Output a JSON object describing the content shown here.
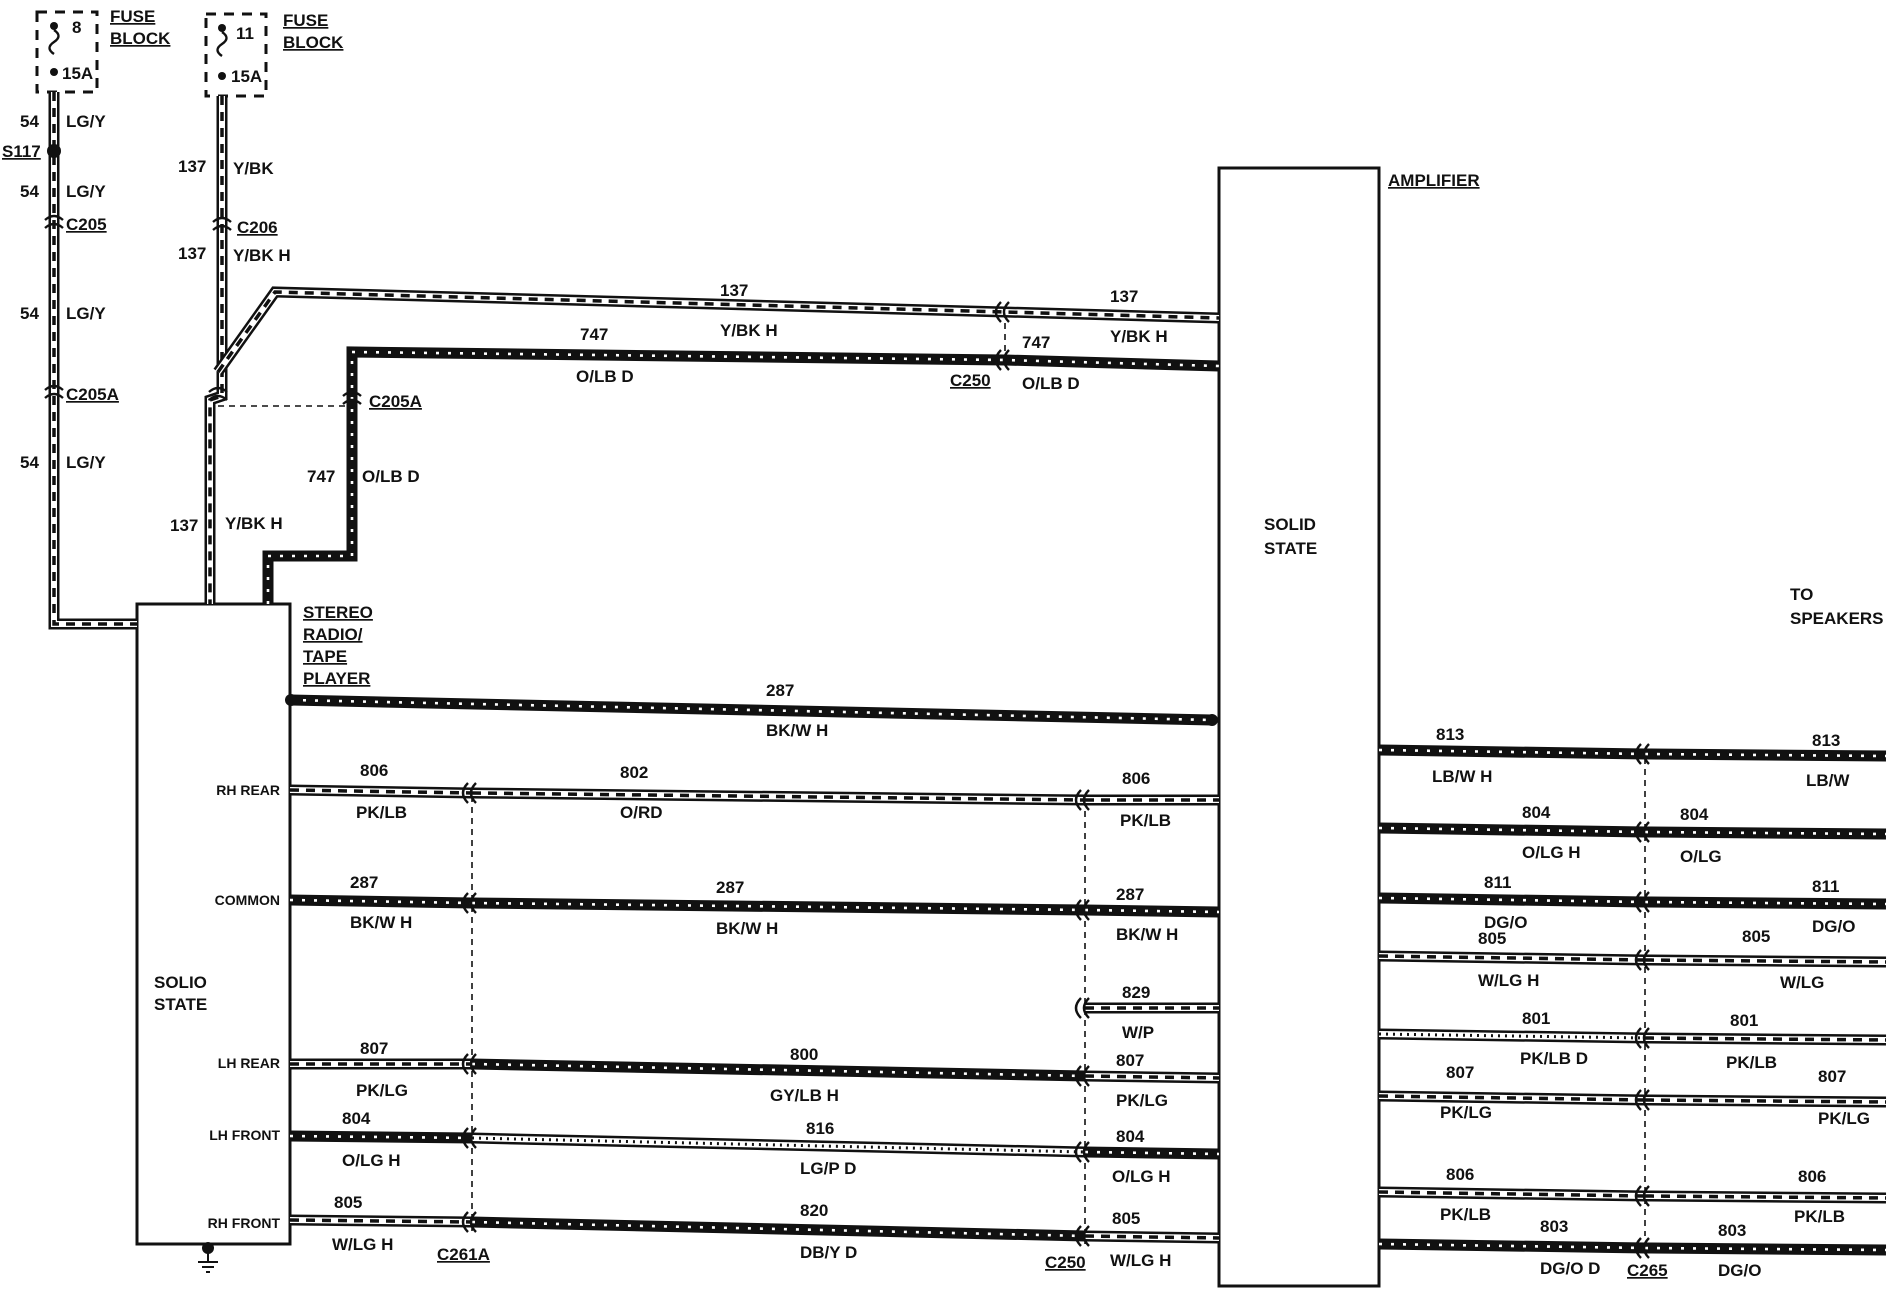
{
  "fuses": [
    {
      "number": "8",
      "rating": "15A",
      "title1": "FUSE",
      "title2": "BLOCK"
    },
    {
      "number": "11",
      "rating": "15A",
      "title1": "FUSE",
      "title2": "BLOCK"
    }
  ],
  "splice": "S117",
  "connectors": {
    "c205": "C205",
    "c205a_left": "C205A",
    "c206": "C206",
    "c205a_mid": "C205A",
    "c250_top": "C250",
    "c261a": "C261A",
    "c250_bottom": "C250",
    "c265": "C265"
  },
  "components": {
    "radio_title": [
      "STEREO",
      "RADIO/",
      "TAPE",
      "PLAYER"
    ],
    "radio_body": [
      "SOLIO",
      "STATE"
    ],
    "amp_title": "AMPLIFIER",
    "amp_body": [
      "SOLID",
      "STATE"
    ],
    "to_speakers": [
      "TO",
      "SPEAKERS"
    ]
  },
  "radio_pins": [
    "RH REAR",
    "COMMON",
    "LH REAR",
    "LH FRONT",
    "RH FRONT"
  ],
  "wires": {
    "w54a": {
      "num": "54",
      "color": "LG/Y"
    },
    "w54b": {
      "num": "54",
      "color": "LG/Y"
    },
    "w54c": {
      "num": "54",
      "color": "LG/Y"
    },
    "w54d": {
      "num": "54",
      "color": "LG/Y"
    },
    "w137a": {
      "num": "137",
      "color": "Y/BK"
    },
    "w137b": {
      "num": "137",
      "color": "Y/BK H"
    },
    "w137c": {
      "num": "137",
      "color": "Y/BK H"
    },
    "w137d": {
      "num": "137",
      "color": "Y/BK H"
    },
    "w137e": {
      "num": "137",
      "color": "Y/BK H"
    },
    "w747a": {
      "num": "747",
      "color": "O/LB D"
    },
    "w747b": {
      "num": "747",
      "color": "O/LB D"
    },
    "w747c": {
      "num": "747",
      "color": "O/LB D"
    },
    "w287top": {
      "num": "287",
      "color": "BK/W H"
    },
    "rr1": {
      "num": "806",
      "color": "PK/LB"
    },
    "rr2": {
      "num": "802",
      "color": "O/RD"
    },
    "rr3": {
      "num": "806",
      "color": "PK/LB"
    },
    "cm1": {
      "num": "287",
      "color": "BK/W H"
    },
    "cm2": {
      "num": "287",
      "color": "BK/W H"
    },
    "cm3": {
      "num": "287",
      "color": "BK/W H"
    },
    "w829": {
      "num": "829",
      "color": "W/P"
    },
    "lr1": {
      "num": "807",
      "color": "PK/LG"
    },
    "lr2": {
      "num": "800",
      "color": "GY/LB H"
    },
    "lr3": {
      "num": "807",
      "color": "PK/LG"
    },
    "lf1": {
      "num": "804",
      "color": "O/LG H"
    },
    "lf2": {
      "num": "816",
      "color": "LG/P D"
    },
    "lf3": {
      "num": "804",
      "color": "O/LG H"
    },
    "rf1": {
      "num": "805",
      "color": "W/LG H"
    },
    "rf2": {
      "num": "820",
      "color": "DB/Y D"
    },
    "rf3": {
      "num": "805",
      "color": "W/LG H"
    },
    "s813a": {
      "num": "813",
      "color": "LB/W H"
    },
    "s813b": {
      "num": "813",
      "color": "LB/W"
    },
    "s804a": {
      "num": "804",
      "color": "O/LG H"
    },
    "s804b": {
      "num": "804",
      "color": "O/LG"
    },
    "s811a": {
      "num": "811",
      "color": "DG/O"
    },
    "s811b": {
      "num": "811",
      "color": "DG/O"
    },
    "s805a": {
      "num": "805",
      "color": "W/LG H"
    },
    "s805b": {
      "num": "805",
      "color": "W/LG"
    },
    "s801a": {
      "num": "801",
      "color": "PK/LB D"
    },
    "s801b": {
      "num": "801",
      "color": "PK/LB"
    },
    "s807a": {
      "num": "807",
      "color": "PK/LG"
    },
    "s807b": {
      "num": "807",
      "color": "PK/LG"
    },
    "s806a": {
      "num": "806",
      "color": "PK/LB"
    },
    "s806b": {
      "num": "806",
      "color": "PK/LB"
    },
    "s803a": {
      "num": "803",
      "color": "DG/O D"
    },
    "s803b": {
      "num": "803",
      "color": "DG/O"
    }
  }
}
